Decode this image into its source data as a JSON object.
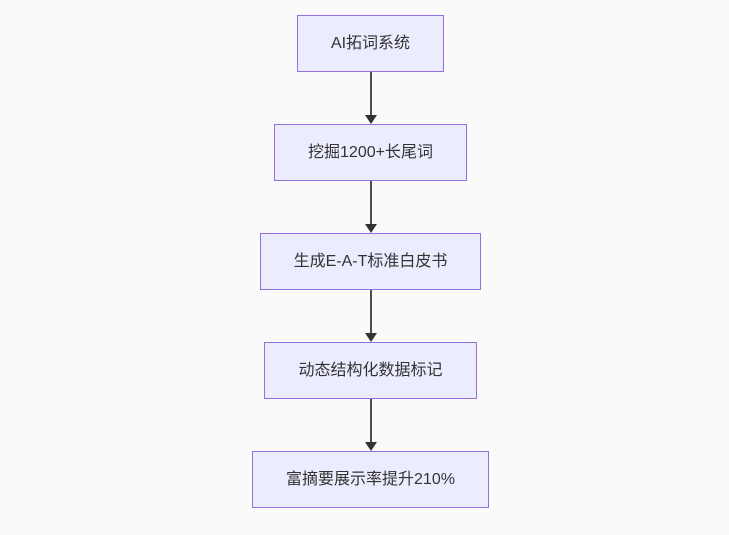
{
  "flowchart": {
    "title": "AI SEO flow diagram",
    "background_color": "#fafafa",
    "node_fill_color": "#ECECFF",
    "node_border_color": "#9370DB",
    "text_color": "#333333",
    "arrow_color": "#333333",
    "direction": "top-down",
    "nodes": [
      {
        "id": "node-1",
        "label": "AI拓词系统"
      },
      {
        "id": "node-2",
        "label": "挖掘1200+长尾词"
      },
      {
        "id": "node-3",
        "label": "生成E-A-T标准白皮书"
      },
      {
        "id": "node-4",
        "label": "动态结构化数据标记"
      },
      {
        "id": "node-5",
        "label": "富摘要展示率提升210%"
      }
    ],
    "edges": [
      {
        "from": "node-1",
        "to": "node-2"
      },
      {
        "from": "node-2",
        "to": "node-3"
      },
      {
        "from": "node-3",
        "to": "node-4"
      },
      {
        "from": "node-4",
        "to": "node-5"
      }
    ]
  }
}
